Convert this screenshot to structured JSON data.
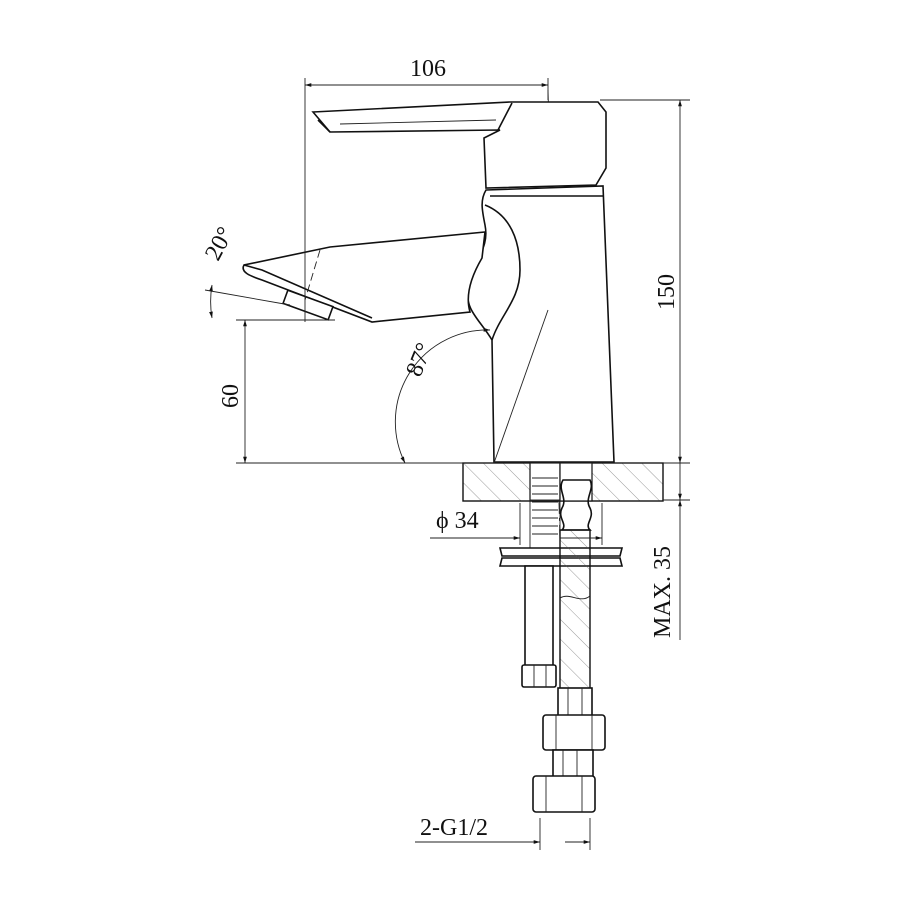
{
  "title": "Basin mixer tap dimension drawing",
  "dimensions": {
    "reach": "106",
    "height": "150",
    "spout_angle": "20°",
    "spout_height": "60",
    "body_angle": "87°",
    "base_diameter": "ϕ 34",
    "max_deck_thickness": "MAX. 35",
    "connection": "2-G1/2"
  },
  "colors": {
    "line": "#111111",
    "background": "#ffffff"
  }
}
